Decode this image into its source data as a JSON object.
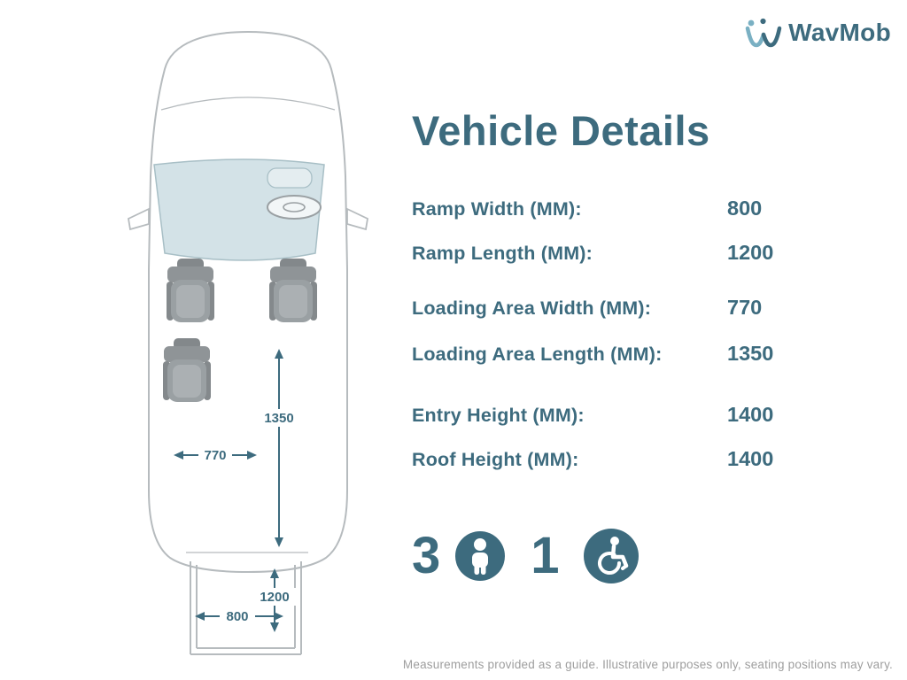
{
  "logo": {
    "brand": "WavMob"
  },
  "header": {
    "title": "Vehicle Details"
  },
  "specs": [
    {
      "label": "Ramp Width (MM):",
      "value": "800"
    },
    {
      "label": "Ramp Length (MM):",
      "value": "1200"
    },
    {
      "label": "Loading Area Width (MM):",
      "value": "770"
    },
    {
      "label": "Loading Area Length (MM):",
      "value": "1350"
    },
    {
      "label": "Entry Height (MM):",
      "value": "1400"
    },
    {
      "label": "Roof Height (MM):",
      "value": "1400"
    }
  ],
  "capacity": {
    "seats": "3",
    "wheelchairs": "1"
  },
  "diagram": {
    "loading_length_label": "1350",
    "loading_width_label": "770",
    "ramp_length_label": "1200",
    "ramp_width_label": "800"
  },
  "footer": {
    "disclaimer": "Measurements provided as a guide. Illustrative purposes only, seating positions may vary."
  },
  "colors": {
    "accent": "#3d6b7e",
    "line": "#b6bbbe",
    "glass": "#d3e2e7",
    "muted": "#9e9e9e"
  }
}
